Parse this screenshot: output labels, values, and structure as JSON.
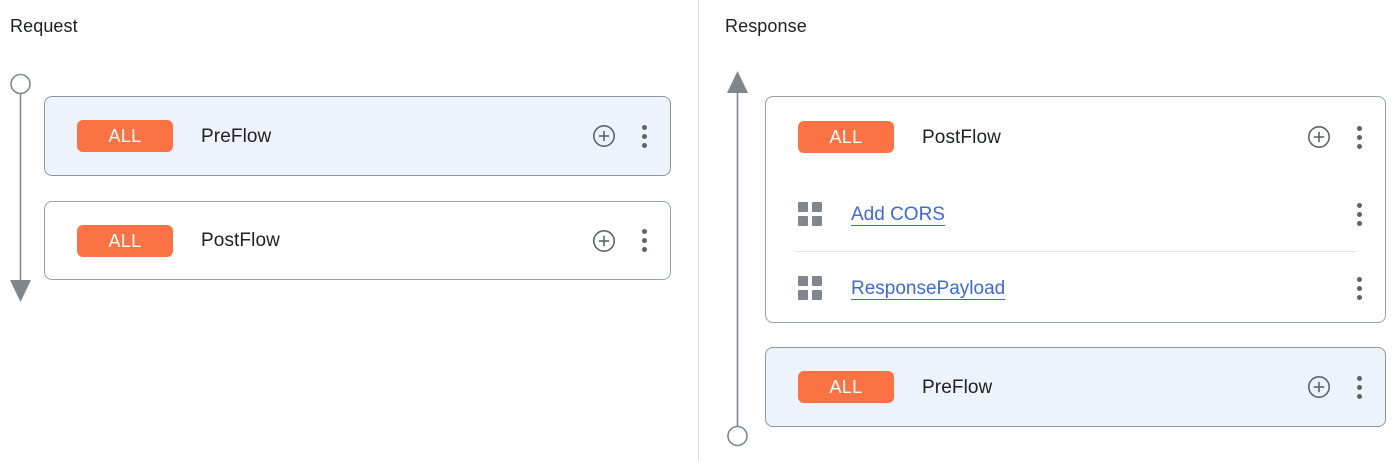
{
  "theme": {
    "badge_color": "#fb7345",
    "badge_text_color": "#ffffff",
    "link_color": "#3f6ad0",
    "selected_card_bg": "#eef2fb",
    "card_border": "#9aa0a6",
    "rail_color": "#80868b",
    "divider_color": "#e0e0e0",
    "text_color": "#202124"
  },
  "icons": {
    "add": "plus-circle-icon",
    "menu": "kebab-menu-icon",
    "policy": "grid-2x2-icon",
    "rail_start": "circle-endpoint",
    "rail_end": "arrow-endpoint"
  },
  "request": {
    "title": "Request",
    "rail": {
      "start": "circle",
      "end": "arrow-down"
    },
    "cards": [
      {
        "badge": "ALL",
        "title": "PreFlow",
        "selected": true,
        "add_label": "Add policy",
        "menu_label": "More options",
        "rows": []
      },
      {
        "badge": "ALL",
        "title": "PostFlow",
        "selected": false,
        "add_label": "Add policy",
        "menu_label": "More options",
        "rows": []
      }
    ]
  },
  "response": {
    "title": "Response",
    "rail": {
      "start": "arrow-up",
      "end": "circle"
    },
    "cards": [
      {
        "badge": "ALL",
        "title": "PostFlow",
        "selected": false,
        "add_label": "Add policy",
        "menu_label": "More options",
        "rows": [
          {
            "name": "Add CORS",
            "menu_label": "More options"
          },
          {
            "name": "ResponsePayload",
            "menu_label": "More options"
          }
        ]
      },
      {
        "badge": "ALL",
        "title": "PreFlow",
        "selected": true,
        "add_label": "Add policy",
        "menu_label": "More options",
        "rows": []
      }
    ]
  }
}
